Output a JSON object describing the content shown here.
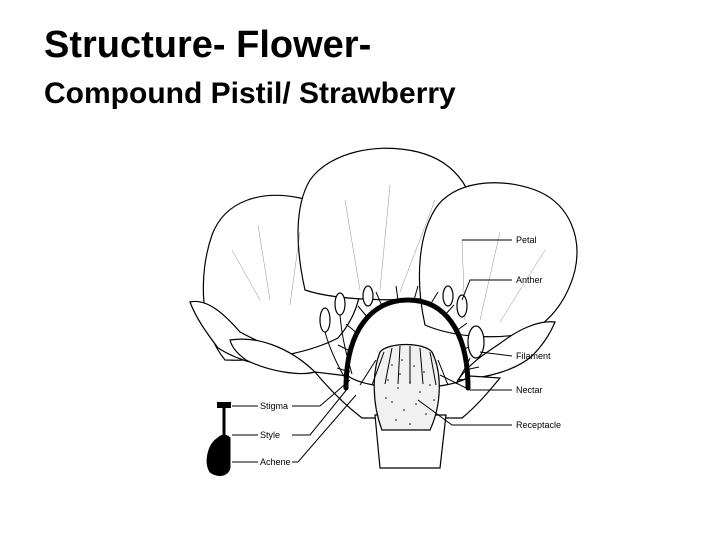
{
  "slide": {
    "title": "Structure- Flower-",
    "subtitle": "Compound Pistil/ Strawberry"
  },
  "diagram": {
    "labels": {
      "petal": "Petal",
      "anther": "Anther",
      "filament": "Filament",
      "nectar": "Nectar",
      "receptacle": "Receptacle",
      "stigma": "Stigma",
      "style": "Style",
      "achene": "Achene"
    }
  }
}
